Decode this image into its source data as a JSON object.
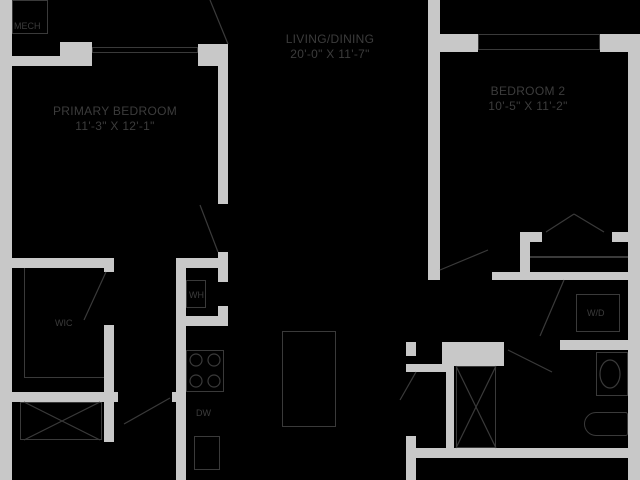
{
  "floor_plan": {
    "rooms": [
      {
        "name": "LIVING/DINING",
        "dimensions": "20'-0\" X 11'-7\""
      },
      {
        "name": "PRIMARY BEDROOM",
        "dimensions": "11'-3\" X 12'-1\""
      },
      {
        "name": "BEDROOM 2",
        "dimensions": "10'-5\" X 11'-2\""
      }
    ],
    "fixtures": {
      "mech": "MECH",
      "wic": "WIC",
      "wh": "WH",
      "dw": "DW",
      "wd": "W/D"
    },
    "colors": {
      "background": "#000000",
      "walls": "#c8c8c8",
      "text": "#3c3c3c"
    }
  }
}
